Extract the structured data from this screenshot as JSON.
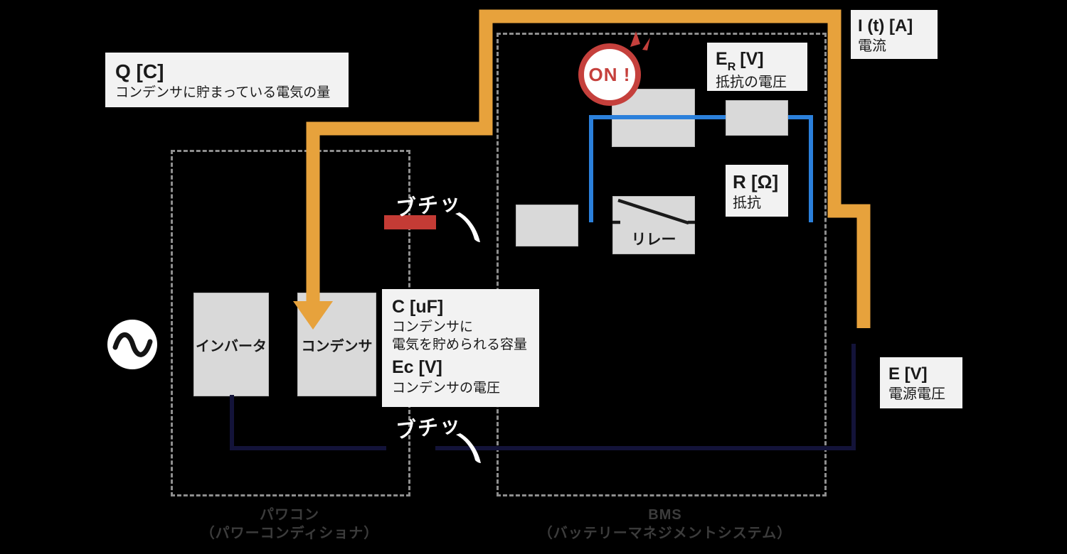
{
  "colors": {
    "background": "#000000",
    "orange": "#E7A23C",
    "blue": "#2B80DB",
    "navy": "#131339",
    "red": "#C5403C",
    "cut-red": "#C43B35",
    "component-gray": "#D9D9D9",
    "label-bg": "#F2F2F2",
    "dash-gray": "#8E8E8E",
    "caption-gray": "#3C3C3C",
    "text-black": "#1A1A1A"
  },
  "badge": {
    "label": "ON !"
  },
  "components": {
    "inverter": "インバータ",
    "capacitor": "コンデンサ",
    "relay": "リレー"
  },
  "callouts": {
    "q": {
      "title": "Q [C]",
      "desc": "コンデンサに貯まっている電気の量"
    },
    "current": {
      "title": "I (t) [A]",
      "desc": "電流"
    },
    "er": {
      "base": "E",
      "sub": "R",
      "unit": "[V]",
      "desc": "抵抗の電圧"
    },
    "r": {
      "title": "R [Ω]",
      "desc": "抵抗"
    },
    "c": {
      "title": "C [uF]",
      "desc1": "コンデンサに",
      "desc2": "電気を貯められる容量",
      "title2": "Ec [V]",
      "desc3": "コンデンサの電圧"
    },
    "e": {
      "title": "E [V]",
      "desc": "電源電圧"
    }
  },
  "sfx": {
    "top": "ブチッ",
    "bottom": "ブチッ"
  },
  "captions": {
    "pcs": {
      "line1": "パワコン",
      "line2": "（パワーコンディショナ）"
    },
    "bms": {
      "line1": "BMS",
      "line2": "（バッテリーマネジメントシステム）"
    }
  }
}
